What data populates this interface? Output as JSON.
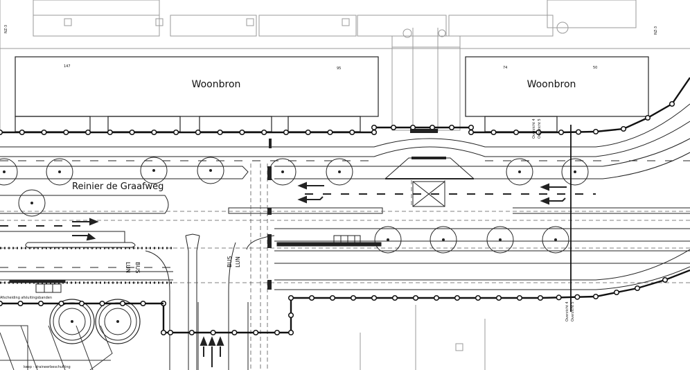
{
  "drawing": {
    "buildings": [
      {
        "label": "Woonbron",
        "num_left": "147",
        "num_right": "95"
      },
      {
        "label": "Woonbron",
        "num_left": "74",
        "num_right": "50"
      }
    ],
    "street_name": "Reinier de Graafweg",
    "road_markings": [
      "LUN",
      "BUS",
      "BUS",
      "LUN"
    ],
    "section_markers": [
      {
        "a": "Overzicht 4",
        "b": "Overzicht 5"
      },
      {
        "a": "Overzicht 4",
        "b": "Overzicht 5"
      }
    ],
    "edge_labels": [
      "NZ-3",
      "NZ-3"
    ],
    "legend_top": "Afscheiding afsluitingsbanden",
    "legend_bottom": "keep - draineerbeschutting"
  }
}
